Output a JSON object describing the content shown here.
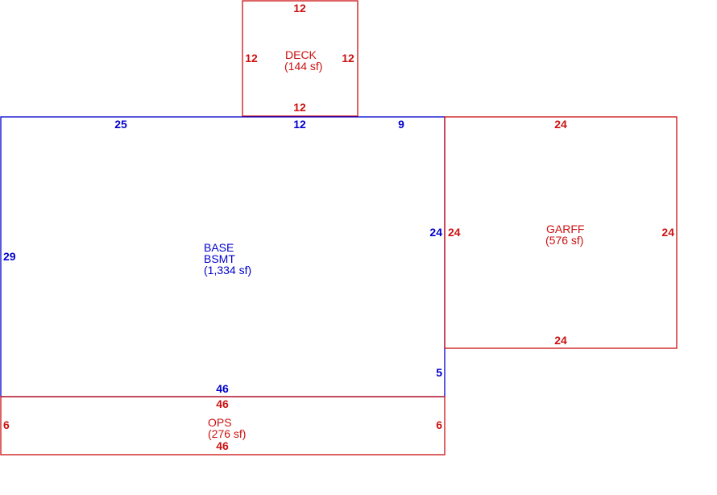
{
  "colors": {
    "main": "#0000cc",
    "addition": "#cc1111",
    "background": "#ffffff"
  },
  "areas": {
    "deck": {
      "name": "DECK",
      "area": "(144 sf)",
      "dims": {
        "top": "12",
        "left": "12",
        "right": "12",
        "bottom": "12"
      }
    },
    "base": {
      "name": "BASE",
      "name2": "BSMT",
      "area": "(1,334 sf)",
      "dims": {
        "top_a": "25",
        "top_b": "12",
        "top_c": "9",
        "left": "29",
        "right_upper": "24",
        "right_lower": "5",
        "bottom": "46"
      }
    },
    "garage": {
      "name": "GARFF",
      "area": "(576 sf)",
      "dims": {
        "top": "24",
        "left": "24",
        "right": "24",
        "bottom": "24"
      }
    },
    "ops": {
      "name": "OPS",
      "area": "(276 sf)",
      "dims": {
        "top": "46",
        "left": "6",
        "right": "6",
        "bottom": "46"
      }
    }
  }
}
